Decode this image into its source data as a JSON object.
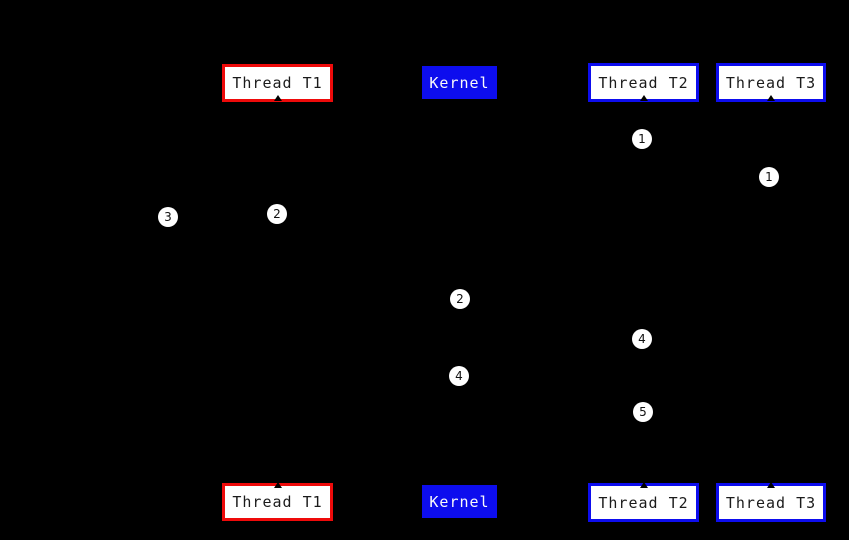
{
  "diagram": {
    "background_color": "#000000",
    "colors": {
      "thread_t1_border": "#ee0a0a",
      "thread_t2_t3_border": "#0d0dee",
      "kernel_fill": "#0d0dee",
      "box_fill": "#ffffff",
      "box_text": "#1b1b1b",
      "kernel_text": "#fafafa",
      "marker_fill": "#ffffff",
      "marker_text": "#111111"
    },
    "actors_top": [
      {
        "label": "Thread T1"
      },
      {
        "label": "Kernel"
      },
      {
        "label": "Thread T2"
      },
      {
        "label": "Thread T3"
      }
    ],
    "actors_bottom": [
      {
        "label": "Thread T1"
      },
      {
        "label": "Kernel"
      },
      {
        "label": "Thread T2"
      },
      {
        "label": "Thread T3"
      }
    ],
    "step_markers": [
      {
        "label": "1"
      },
      {
        "label": "1"
      },
      {
        "label": "2"
      },
      {
        "label": "3"
      },
      {
        "label": "2"
      },
      {
        "label": "4"
      },
      {
        "label": "4"
      },
      {
        "label": "5"
      }
    ]
  }
}
